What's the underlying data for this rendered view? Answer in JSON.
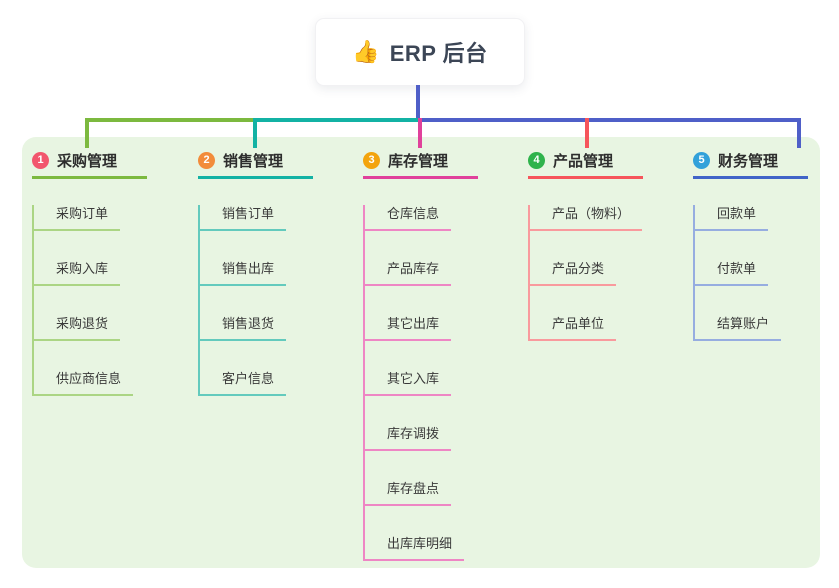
{
  "root": {
    "icon": "👍",
    "title": "ERP 后台"
  },
  "colors": {
    "stem": "#4f5fc8",
    "panel_bg": "#e8f5e2",
    "root_text": "#3c4656",
    "card_bg": "#ffffff"
  },
  "branches": [
    {
      "number": "1",
      "label": "采购管理",
      "line_color": "#7cb93f",
      "child_line_color": "#abd584",
      "badge_color": "#f2566d",
      "children": [
        "采购订单",
        "采购入库",
        "采购退货",
        "供应商信息"
      ]
    },
    {
      "number": "2",
      "label": "销售管理",
      "line_color": "#13b2a4",
      "child_line_color": "#63cabd",
      "badge_color": "#f28c3b",
      "children": [
        "销售订单",
        "销售出库",
        "销售退货",
        "客户信息"
      ]
    },
    {
      "number": "3",
      "label": "库存管理",
      "line_color": "#e0419b",
      "child_line_color": "#ee86c4",
      "badge_color": "#f3a40d",
      "children": [
        "仓库信息",
        "产品库存",
        "其它出库",
        "其它入库",
        "库存调拨",
        "库存盘点",
        "出库库明细"
      ]
    },
    {
      "number": "4",
      "label": "产品管理",
      "line_color": "#f6555b",
      "child_line_color": "#f99a9d",
      "badge_color": "#2fb34c",
      "children": [
        "产品（物料）",
        "产品分类",
        "产品单位"
      ]
    },
    {
      "number": "5",
      "label": "财务管理",
      "line_color": "#4164c8",
      "child_line_color": "#96ade0",
      "badge_color": "#32a1da",
      "children": [
        "回款单",
        "付款单",
        "结算账户"
      ]
    }
  ]
}
